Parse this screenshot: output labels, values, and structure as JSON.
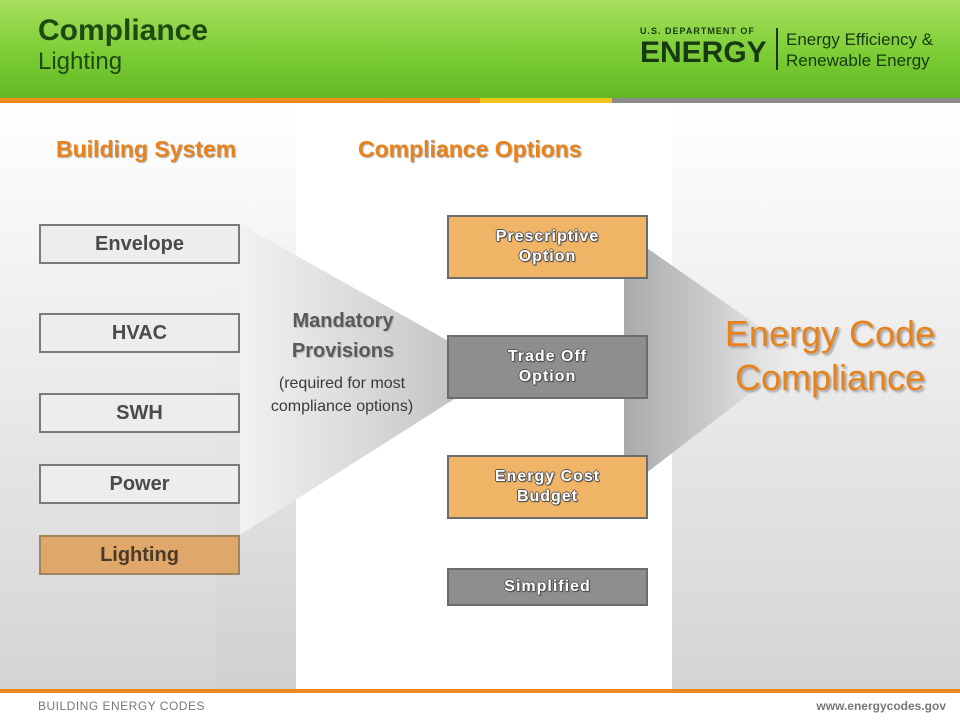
{
  "header": {
    "title_line1": "Compliance",
    "title_line2": "Lighting",
    "agency": {
      "department": "U.S. DEPARTMENT OF",
      "wordmark": "ENERGY",
      "office_line1": "Energy Efficiency &",
      "office_line2": "Renewable Energy"
    }
  },
  "colors": {
    "header_green": "#7ccd35",
    "accent_orange": "#e8831c",
    "stripe_orange": "#f08a1e",
    "stripe_yellow": "#f3c31a",
    "stripe_grey": "#8a8a8a",
    "highlight_box": "#dfa86a",
    "option_orange": "#f0b467",
    "option_grey": "#8e8e8e"
  },
  "columns": {
    "building_system_heading": "Building System",
    "compliance_options_heading": "Compliance Options"
  },
  "building_systems": [
    {
      "label": "Envelope",
      "highlighted": false
    },
    {
      "label": "HVAC",
      "highlighted": false
    },
    {
      "label": "SWH",
      "highlighted": false
    },
    {
      "label": "Power",
      "highlighted": false
    },
    {
      "label": "Lighting",
      "highlighted": true
    }
  ],
  "mandatory": {
    "line1": "Mandatory",
    "line2": "Provisions",
    "note_line1": "(required for most",
    "note_line2": "compliance options)"
  },
  "compliance_options": [
    {
      "line1": "Prescriptive",
      "line2": "Option",
      "style": "orange"
    },
    {
      "line1": "Trade Off",
      "line2": "Option",
      "style": "grey"
    },
    {
      "line1": "Energy Cost",
      "line2": "Budget",
      "style": "orange"
    },
    {
      "line1": "Simplified",
      "line2": "",
      "style": "grey"
    }
  ],
  "result": {
    "line1": "Energy Code",
    "line2": "Compliance"
  },
  "footer": {
    "left": "BUILDING ENERGY CODES",
    "right": "www.energycodes.gov"
  }
}
